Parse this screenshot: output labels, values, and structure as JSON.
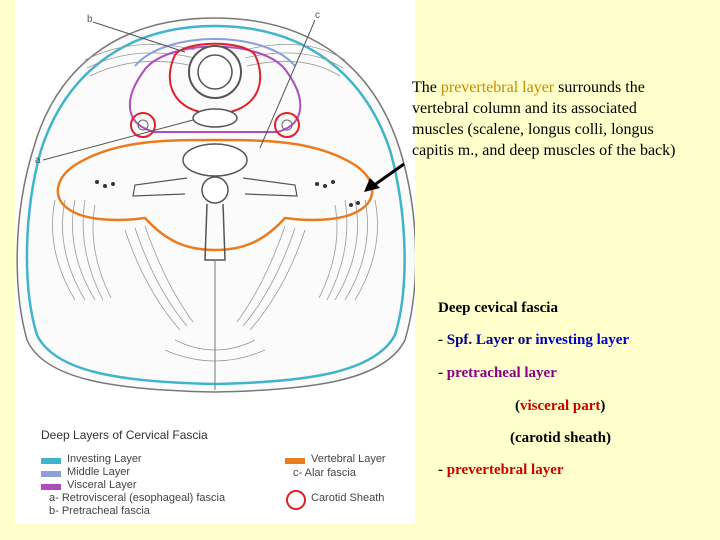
{
  "diagram": {
    "label_b": "b",
    "label_c": "c",
    "label_a": "a"
  },
  "legend": {
    "title": "Deep Layers of Cervical Fascia",
    "investing": "Investing Layer",
    "middle": "Middle Layer",
    "visceral": "Visceral Layer",
    "retro": "a- Retrovisceral (esophageal) fascia",
    "pretracheal": "b- Pretracheal fascia",
    "vertebral": "Vertebral Layer",
    "alar": "c- Alar fascia",
    "carotid": "Carotid Sheath",
    "colors": {
      "investing": "#3fb4cc",
      "middle": "#8aa0d8",
      "visceral": "#b04cc0",
      "vertebral": "#e87c1e",
      "carotid": "#e0202a"
    }
  },
  "description": {
    "pre": "The ",
    "highlight": "prevertebral layer",
    "post": " surrounds the vertebral column and its associated muscles (scalene, longus colli, longus capitis m., and deep muscles of the back)"
  },
  "fascia": {
    "title": "Deep cevical fascia",
    "line1_dash": "- ",
    "line1_a": "Spf. Layer",
    "line1_or": " or ",
    "line1_b": "investing layer",
    "line2_dash": "- ",
    "line2_a": "pretracheal layer",
    "line3_open": "(",
    "line3_a": "visceral part",
    "line3_close": ")",
    "line4": "(carotid sheath)",
    "line5_dash": "- ",
    "line5_a": "prevertebral layer"
  }
}
